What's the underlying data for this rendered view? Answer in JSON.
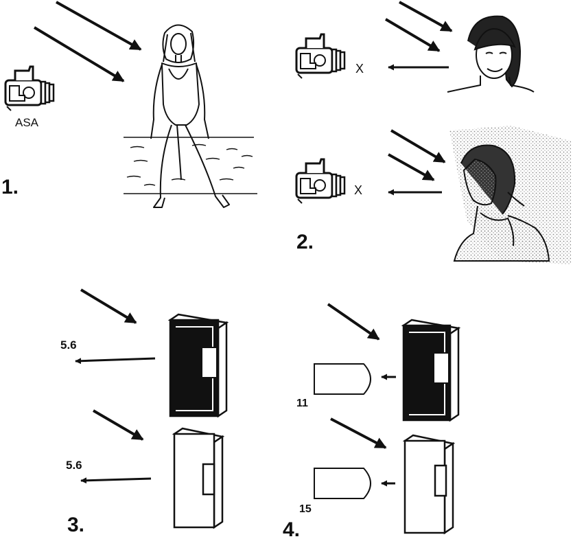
{
  "panels": [
    {
      "number": "1.",
      "camera_label": "ASA"
    },
    {
      "number": "2.",
      "camera_mark_top": "X",
      "camera_mark_bottom": "X"
    },
    {
      "number": "3.",
      "aperture_top": "5.6",
      "aperture_bottom": "5.6"
    },
    {
      "number": "4.",
      "aperture_top": "11",
      "aperture_bottom": "15"
    }
  ],
  "colors": {
    "ink": "#111111",
    "paper": "#ffffff",
    "stipple": "#9a9a9a"
  }
}
